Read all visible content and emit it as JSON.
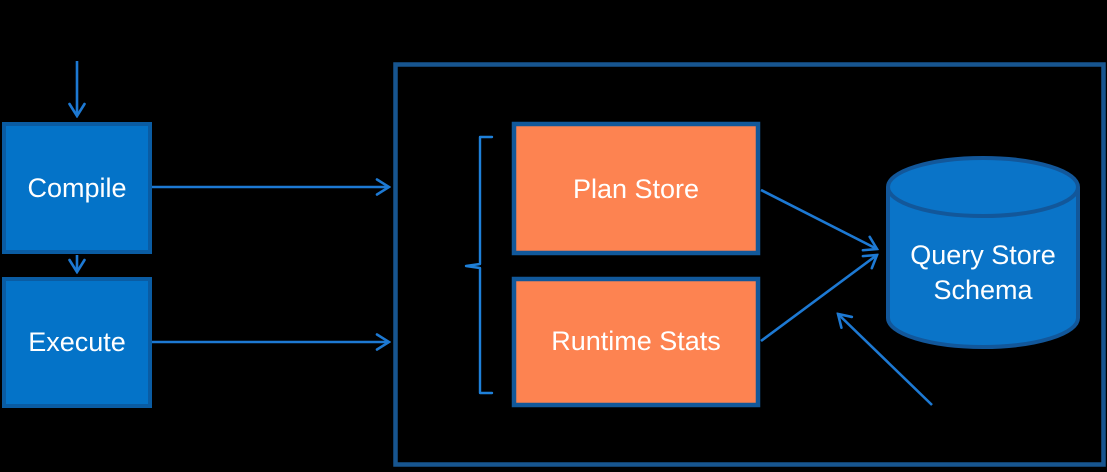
{
  "colors": {
    "background": "#000000",
    "node_fill_blue": "#0473c8",
    "node_border_blue": "#0a5ca3",
    "node_fill_orange": "#fd8351",
    "node_border_orange": "#11589a",
    "container_border": "#17558f",
    "cylinder_fill": "#0a74c8",
    "cylinder_border": "#12579a",
    "arrow": "#1d79d3",
    "bracket": "#1e80d9",
    "label_text": "#ffffff"
  },
  "nodes": {
    "compile": {
      "label": "Compile"
    },
    "execute": {
      "label": "Execute"
    },
    "plan_store": {
      "label": "Plan Store"
    },
    "runtime_stats": {
      "label": "Runtime Stats"
    },
    "query_store_schema": {
      "lines": [
        "Query Store",
        "Schema"
      ]
    }
  }
}
